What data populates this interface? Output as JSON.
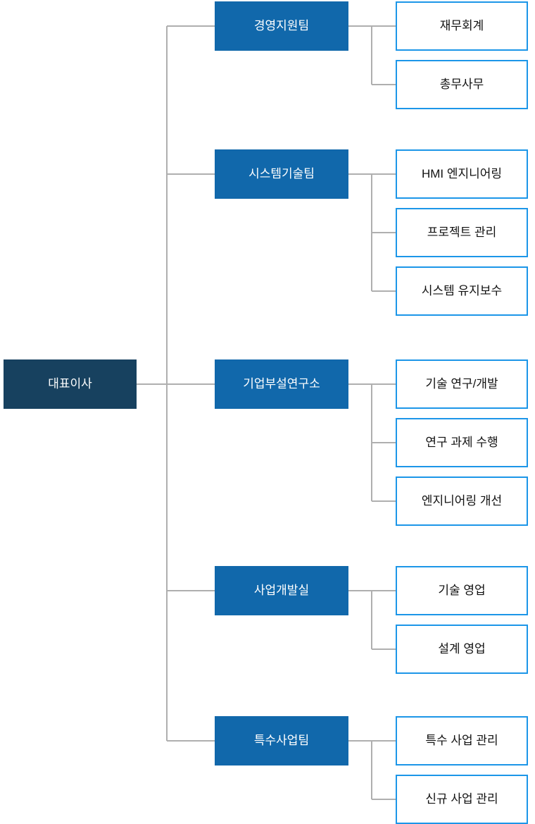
{
  "diagram": {
    "type": "org-chart",
    "root": {
      "label": "대표이사"
    },
    "groups": [
      {
        "label": "경영지원팀",
        "children": [
          "재무회계",
          "총무사무"
        ]
      },
      {
        "label": "시스템기술팀",
        "children": [
          "HMI 엔지니어링",
          "프로젝트 관리",
          "시스템 유지보수"
        ]
      },
      {
        "label": "기업부설연구소",
        "children": [
          "기술 연구/개발",
          "연구 과제 수행",
          "엔지니어링 개선"
        ]
      },
      {
        "label": "사업개발실",
        "children": [
          "기술 영업",
          "설계 영업"
        ]
      },
      {
        "label": "특수사업팀",
        "children": [
          "특수 사업 관리",
          "신규 사업 관리"
        ]
      }
    ],
    "colors": {
      "root_bg": "#17415F",
      "team_bg": "#1168AB",
      "child_border": "#1C96E8",
      "child_text": "#111111",
      "box_text": "#FFFFFF",
      "connector": "#AFAFAF"
    }
  }
}
